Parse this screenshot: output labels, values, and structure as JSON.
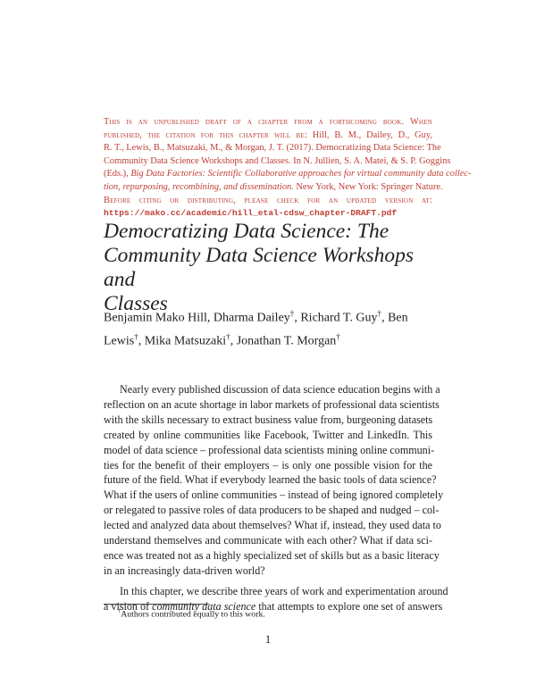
{
  "notice": {
    "line1": "This is an unpublished draft of a chapter from a forthcoming book. When",
    "line2a": "published, the citation for this chapter will be:",
    "line2b": " Hill, B. M., Dailey, D., Guy,",
    "line3": "R. T., Lewis, B., Matsuzaki, M., & Morgan, J. T. (2017).  Democratizing Data Science:  The",
    "line4": "Community Data Science Workshops and Classes.  In N. Jullien, S. A. Matei, & S. P. Goggins",
    "line5a": "(Eds.), ",
    "line5b": "Big Data Factories: Scientific Collaborative approaches for virtual community data collec-",
    "line6a": "tion, repurposing, recombining, and dissemination.",
    "line6b": "  New York, New York: Springer Nature.",
    "line7": "Before citing or distributing, please check for an updated version at:",
    "url": "https://mako.cc/academic/hill_etal-cdsw_chapter-DRAFT.pdf"
  },
  "title": {
    "line1": "Democratizing Data Science: The",
    "line2": "Community Data Science Workshops and",
    "line3": "Classes"
  },
  "authors": {
    "a1": "Benjamin Mako Hill, Dharma Dailey",
    "a2": ", Richard T. Guy",
    "a3": ", Ben",
    "a4": "Lewis",
    "a5": ", Mika Matsuzaki",
    "a6": ", Jonathan T. Morgan",
    "dagger": "†"
  },
  "body": {
    "p1": [
      "Nearly every published discussion of data science education begins with a",
      "reflection on an acute shortage in labor markets of professional data scientists",
      "with the skills necessary to extract business value from, burgeoning datasets",
      "created by online communities like Facebook, Twitter and LinkedIn.   This",
      "model of data science – professional data scientists mining online communi-",
      "ties for the benefit of their employers – is only one possible vision for the",
      "future of the field. What if everybody learned the basic tools of data science?",
      "What if the users of online communities – instead of being ignored completely",
      "or relegated to passive roles of data producers to be shaped and nudged – col-",
      "lected and analyzed data about themselves? What if, instead, they used data to",
      "understand themselves and communicate with each other?  What if data sci-",
      "ence was treated not as a highly specialized set of skills but as a basic literacy",
      "in an increasingly data-driven world?"
    ],
    "p2_line1": "In this chapter, we describe three years of work and experimentation around",
    "p2_line2a": "a vision of ",
    "p2_line2b": "community data science",
    "p2_line2c": " that attempts to explore one set of answers"
  },
  "footnote": {
    "mark": "†",
    "text": "Authors contributed equally to this work."
  },
  "page_number": "1",
  "colors": {
    "notice": "#bf3f35",
    "text": "#222222"
  }
}
